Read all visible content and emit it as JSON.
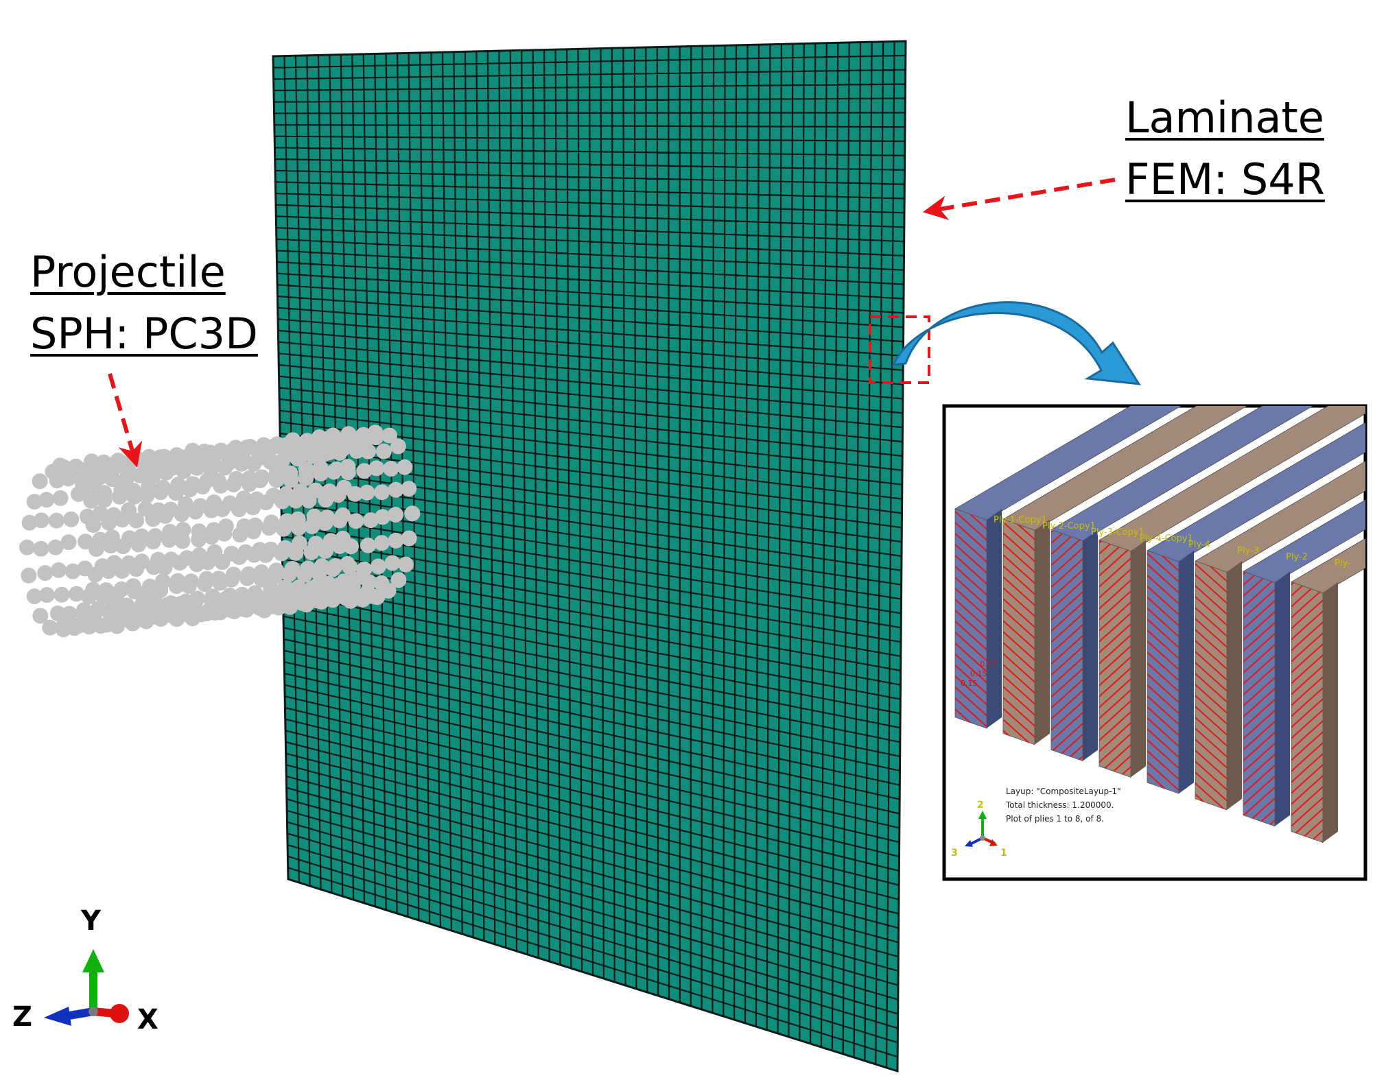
{
  "labels": {
    "laminate": {
      "line1": "Laminate",
      "line2": "FEM: S4R"
    },
    "projectile": {
      "line1": "Projectile",
      "line2": "SPH: PC3D"
    }
  },
  "inset": {
    "plies": [
      "Ply-1-Copy1",
      "Ply-2-Copy1",
      "Ply-3-Copy1",
      "Ply-4-Copy1",
      "Ply-4",
      "Ply-3",
      "Ply-2",
      "Ply-"
    ],
    "angle_labels": [
      "0.15",
      "0.15",
      "0.15"
    ],
    "info": [
      "Layup: \"CompositeLayup-1\"",
      "Total thickness: 1.200000.",
      "Plot of plies 1 to 8, of 8."
    ],
    "triad": {
      "a": "2",
      "b": "3",
      "c": "1"
    }
  },
  "global_axes": {
    "y": "Y",
    "z": "Z",
    "x": "X"
  },
  "colors": {
    "mesh_fill": "#0f8f7b",
    "mesh_line": "#0b1a18",
    "sph_particle": "#c2c2c2",
    "dashed_arrow": "#e8141a",
    "curved_arrow": "#2a9ad6",
    "ply_tan": "#a38a78",
    "ply_blue": "#6a78aa",
    "ply_dark_blue": "#3c4a78",
    "ply_dark_tan": "#6e5a4c",
    "axis_x": "#e01010",
    "axis_y": "#10b010",
    "axis_z": "#1030c0"
  }
}
